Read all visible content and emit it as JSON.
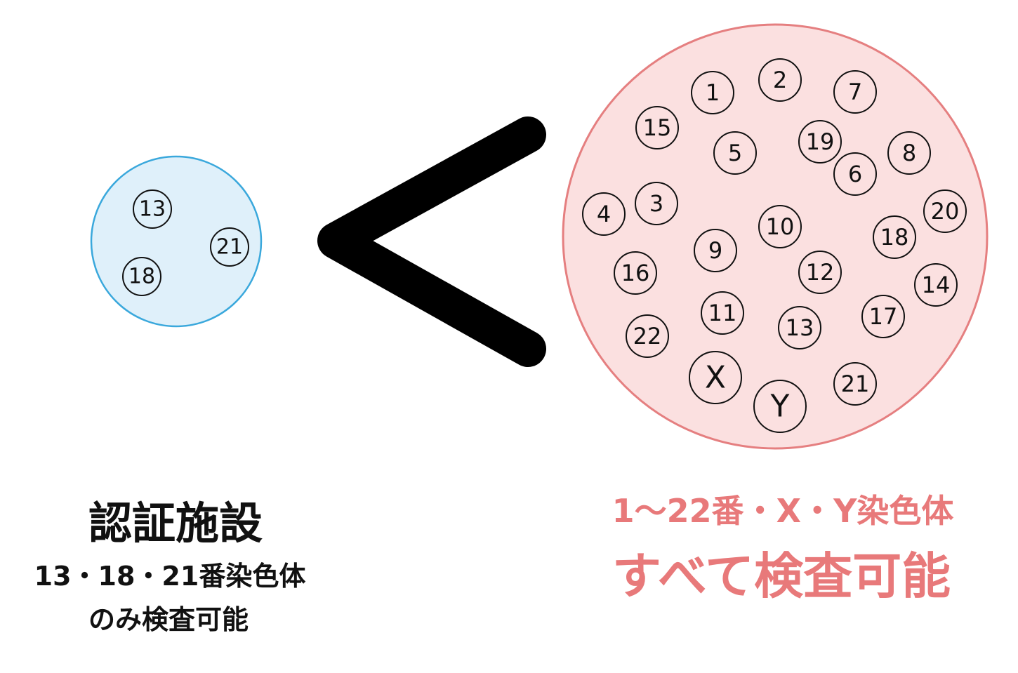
{
  "colors": {
    "left_fill": "#dff0fa",
    "left_stroke": "#3aa8dc",
    "right_fill": "#fbe0e0",
    "right_stroke": "#e57f80",
    "right_text": "#e8797a",
    "comparison": "#000000"
  },
  "left": {
    "chromosomes": [
      "13",
      "21",
      "18"
    ],
    "title": "認証施設",
    "subtitle_line1": "13・18・21番染色体",
    "subtitle_line2": "のみ検査可能"
  },
  "comparison_symbol": "less-than",
  "right": {
    "chromosomes": [
      "1",
      "2",
      "7",
      "15",
      "5",
      "19",
      "8",
      "6",
      "4",
      "3",
      "20",
      "10",
      "18",
      "9",
      "16",
      "12",
      "14",
      "11",
      "17",
      "13",
      "22",
      "X",
      "Y",
      "21"
    ],
    "subtitle": "1〜22番・X・Y染色体",
    "title": "すべて検査可能"
  }
}
